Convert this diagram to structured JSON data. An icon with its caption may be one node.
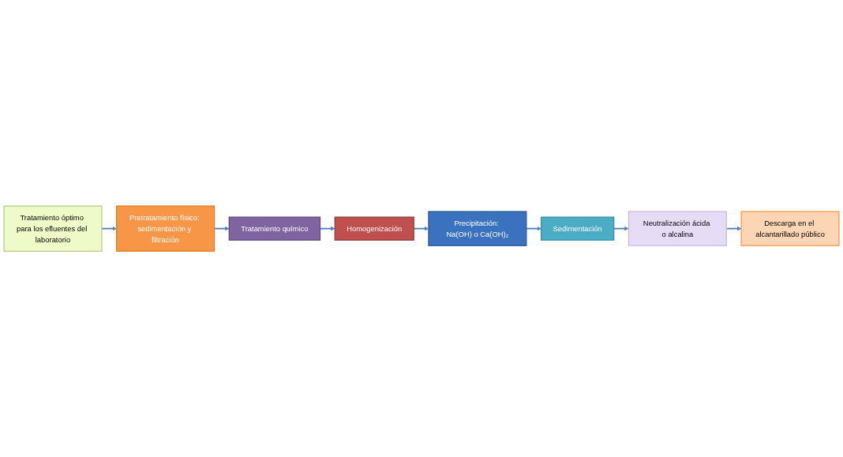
{
  "diagram": {
    "nodes": [
      {
        "text": [
          "Tratamiento óptimo para los efluentes del laboratorio"
        ]
      },
      {
        "text": [
          "Pretratamiento físico: sedimentación y filtración"
        ]
      },
      {
        "text": [
          "Tratamiento químico"
        ]
      },
      {
        "text": [
          "Homogenización"
        ]
      },
      {
        "text": [
          "Precipitación: Na(OH) o Ca(OH)₂"
        ]
      },
      {
        "text": [
          "Sedimentación"
        ]
      },
      {
        "text": [
          "Neutralización ácida o alcalina"
        ]
      },
      {
        "text": [
          "Descarga en el alcantarillado público"
        ]
      }
    ],
    "edges": [
      {
        "from": 0,
        "to": 1,
        "arrow": "to"
      },
      {
        "from": 1,
        "to": 2,
        "arrow": "to"
      },
      {
        "from": 2,
        "to": 3,
        "arrow": "to"
      },
      {
        "from": 3,
        "to": 4,
        "arrow": "to"
      },
      {
        "from": 4,
        "to": 5,
        "arrow": "to"
      },
      {
        "from": 5,
        "to": 6,
        "arrow": "to"
      },
      {
        "from": 6,
        "to": 7,
        "arrow": "to"
      }
    ]
  }
}
